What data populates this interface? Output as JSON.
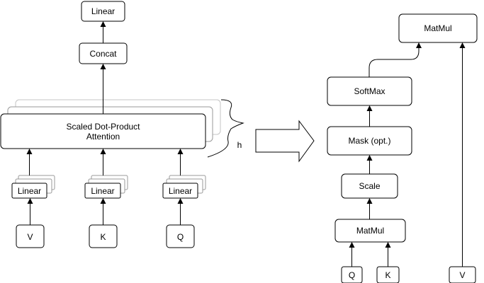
{
  "left": {
    "top_linear": "Linear",
    "concat": "Concat",
    "attention_line1": "Scaled Dot-Product",
    "attention_line2": "Attention",
    "h_label": "h",
    "linear_v": "Linear",
    "linear_k": "Linear",
    "linear_q": "Linear",
    "input_v": "V",
    "input_k": "K",
    "input_q": "Q"
  },
  "right": {
    "matmul_top": "MatMul",
    "softmax": "SoftMax",
    "mask": "Mask (opt.)",
    "scale": "Scale",
    "matmul_bottom": "MatMul",
    "input_q": "Q",
    "input_k": "K",
    "input_v": "V"
  },
  "colors": {
    "stroke": "#000000",
    "ghost_stroke": "#9a9a9a",
    "background": "#ffffff"
  }
}
